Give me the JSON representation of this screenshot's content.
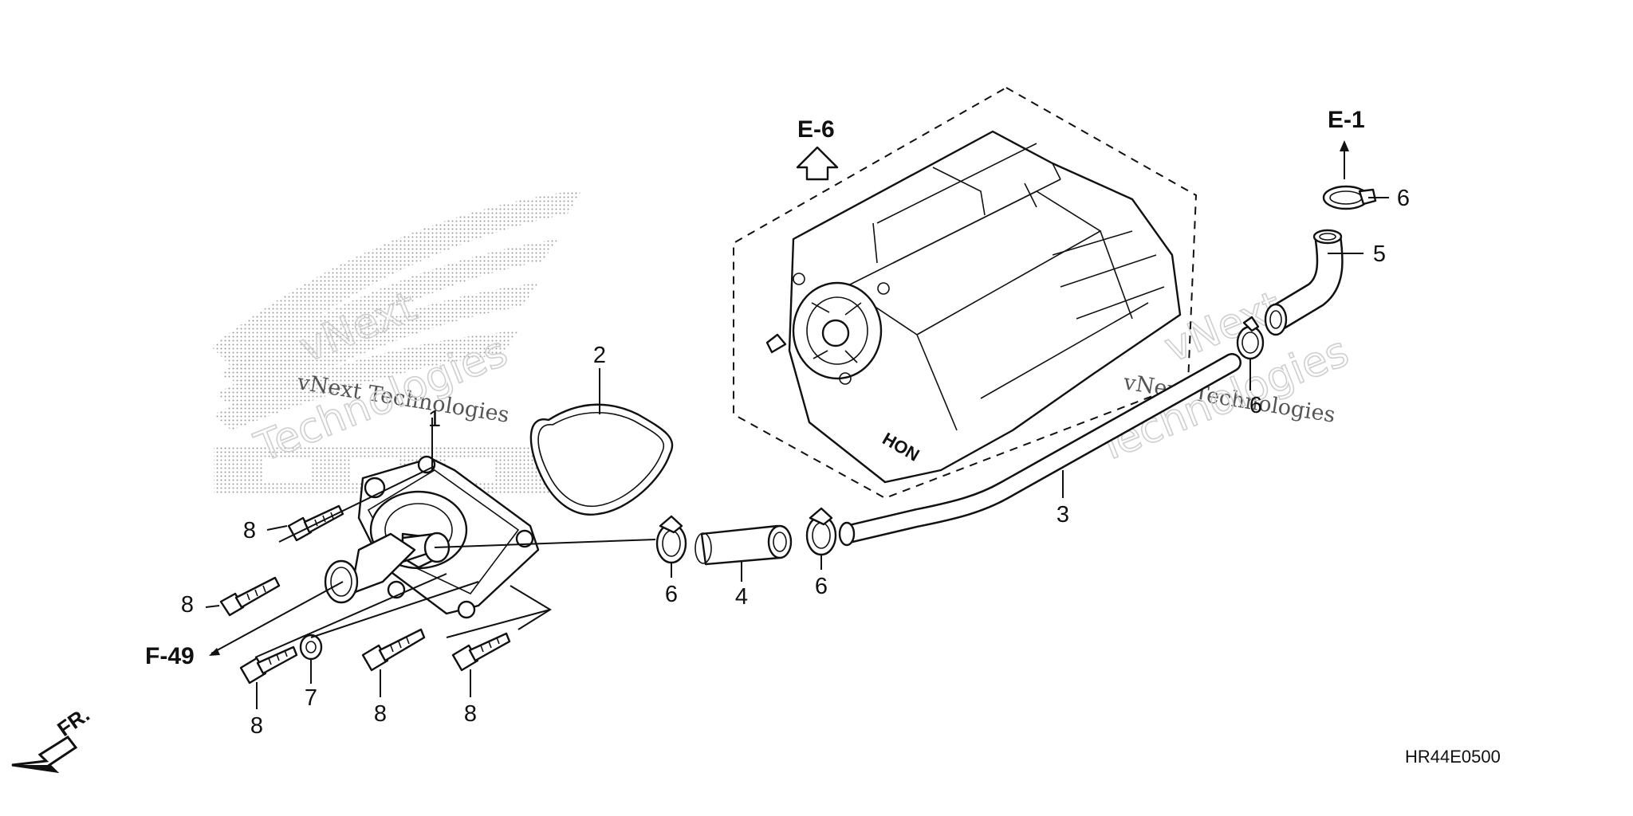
{
  "diagram": {
    "callouts": {
      "p1": "1",
      "p2": "2",
      "p3": "3",
      "p4": "4",
      "p5": "5",
      "p6a": "6",
      "p6b": "6",
      "p6c": "6",
      "p6d": "6",
      "p7": "7",
      "p8a": "8",
      "p8b": "8",
      "p8c": "8",
      "p8d": "8",
      "p8e": "8"
    },
    "references": {
      "e6": "E-6",
      "e1": "E-1",
      "f49": "F-49"
    },
    "front_label": "FR.",
    "diagram_code": "HR44E0500",
    "watermark": {
      "line1": "vNext Technologies",
      "line2a": "vNext",
      "line2b": "Technologies"
    }
  }
}
